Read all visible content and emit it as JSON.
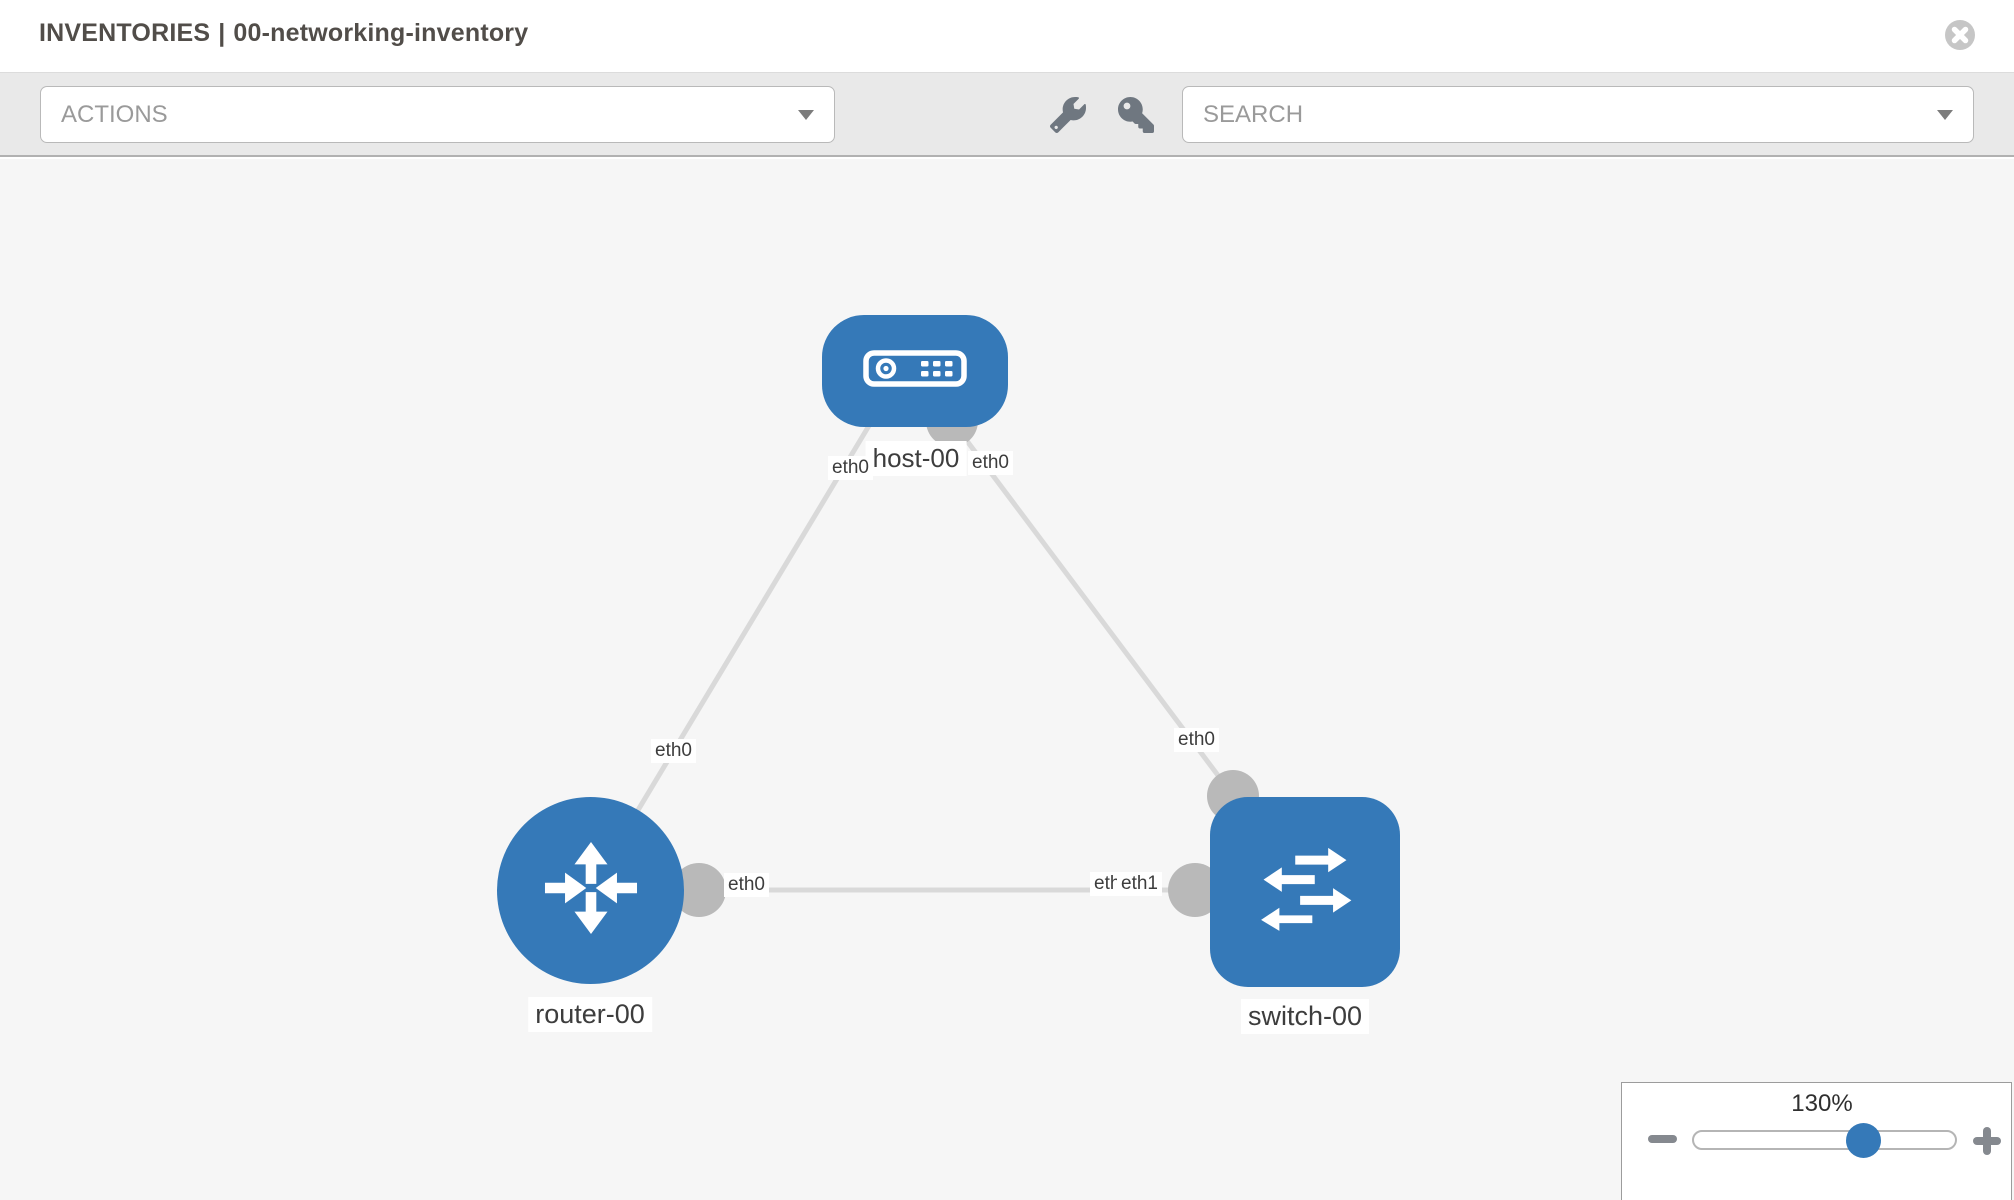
{
  "window": {
    "title_prefix": "INVENTORIES",
    "title_separator": "|",
    "title_name": "00-networking-inventory"
  },
  "toolbar": {
    "actions_label": "ACTIONS",
    "search_label": "SEARCH",
    "icons": [
      "wrench-icon",
      "key-icon"
    ]
  },
  "topology": {
    "nodes": [
      {
        "id": "host-00",
        "label": "host-00",
        "type": "host",
        "icon": "host-icon"
      },
      {
        "id": "router-00",
        "label": "router-00",
        "type": "router",
        "icon": "router-icon"
      },
      {
        "id": "switch-00",
        "label": "switch-00",
        "type": "switch",
        "icon": "switch-icon"
      }
    ],
    "links": [
      {
        "from": "host-00",
        "to": "router-00",
        "from_interface": "eth0",
        "to_interface": "eth0"
      },
      {
        "from": "host-00",
        "to": "switch-00",
        "from_interface": "eth0",
        "to_interface": "eth0"
      },
      {
        "from": "router-00",
        "to": "switch-00",
        "from_interface": "eth0",
        "to_interface": "eth1",
        "overlapped_label": "eth0"
      }
    ]
  },
  "zoom_control": {
    "level": "130%",
    "minus_icon": "minus-icon",
    "plus_icon": "plus-icon"
  },
  "colors": {
    "node_blue": "#3579b8",
    "link_gray": "#d9d9d9",
    "endpoint_gray": "#b9b9b9",
    "toolbar_bg": "#e9e9e9",
    "canvas_bg": "#f6f6f6",
    "title_text": "#514d49"
  }
}
